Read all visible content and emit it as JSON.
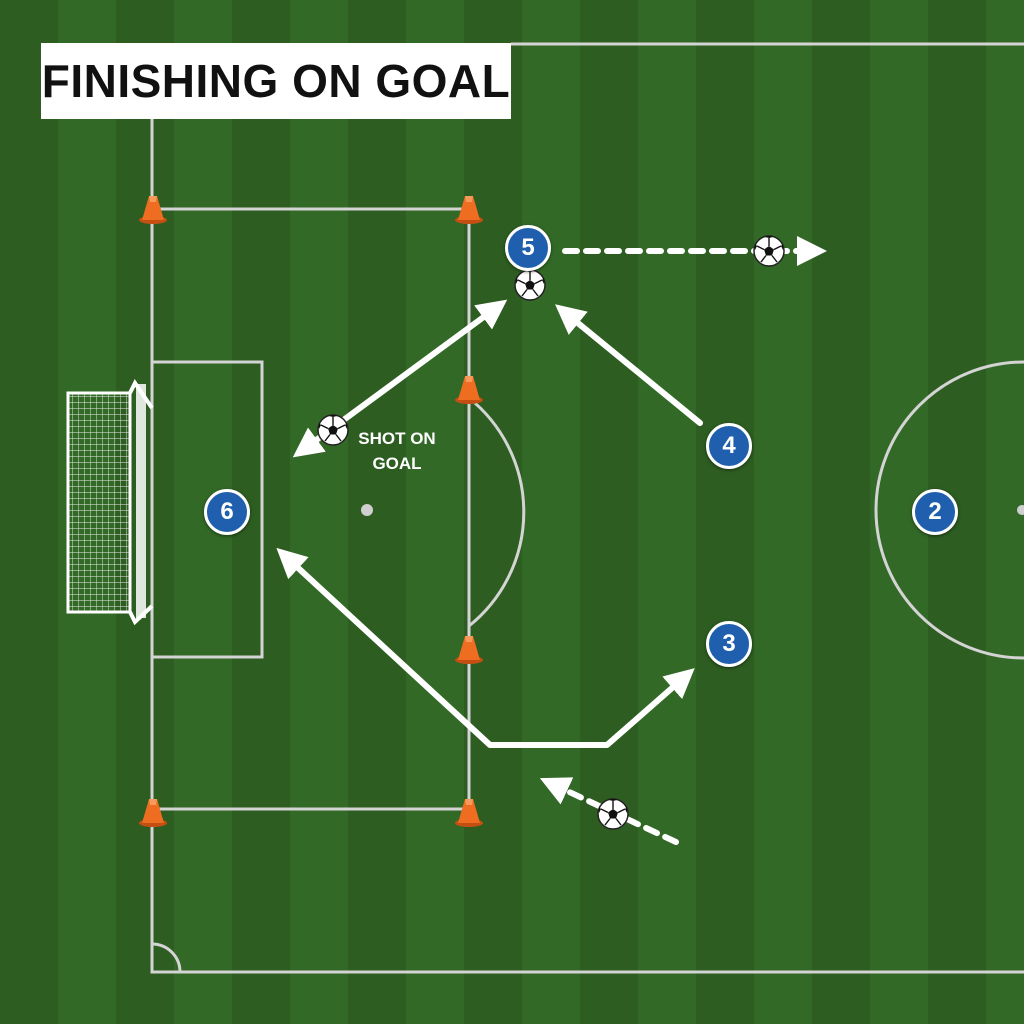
{
  "title": "FINISHING ON GOAL",
  "annotation": {
    "line1": "SHOT ON",
    "line2": "GOAL"
  },
  "players": [
    {
      "id": "player-5",
      "number": "5"
    },
    {
      "id": "player-4",
      "number": "4"
    },
    {
      "id": "player-6",
      "number": "6"
    },
    {
      "id": "player-3",
      "number": "3"
    },
    {
      "id": "player-2",
      "number": "2"
    }
  ],
  "colors": {
    "grass_dark": "#2b5a20",
    "grass_light": "#346a27",
    "lines": "#d9d9d9",
    "player_fill": "#1f5fae",
    "cone": "#e8641b",
    "arrow": "#ffffff"
  },
  "icons": [
    "goal-net-icon",
    "cone-icon",
    "soccer-ball-icon",
    "arrow-icon"
  ]
}
